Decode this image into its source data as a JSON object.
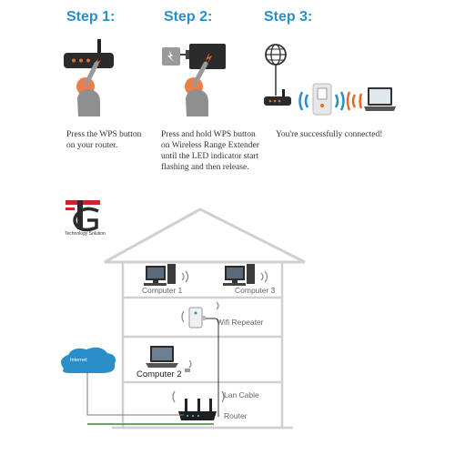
{
  "steps": [
    {
      "title": "Step 1:",
      "description": [
        "Press the WPS button",
        "on your router."
      ]
    },
    {
      "title": "Step 2:",
      "description": [
        "Press and hold WPS button",
        "on Wireless Range Extender",
        "until the LED indicator start",
        "flashing and then release."
      ]
    },
    {
      "title": "Step 3:",
      "description": [
        "You're successfully connected!"
      ]
    }
  ],
  "logo": {
    "caption": "Technology Solution"
  },
  "diagram": {
    "computer_1": "Computer 1",
    "computer_3": "Computer 3",
    "wifi_repeater": "Wifi Repeater",
    "computer_2": "Computer 2",
    "lan_cable": "Lan Cable",
    "router": "Router",
    "internet": "Internet"
  },
  "colors": {
    "step_title": "#2a8fc8",
    "accent_orange": "#e8692b",
    "wifi_blue": "#2a8fc8",
    "logo_red": "#c9252c",
    "cable_green": "#3a8a2a"
  }
}
